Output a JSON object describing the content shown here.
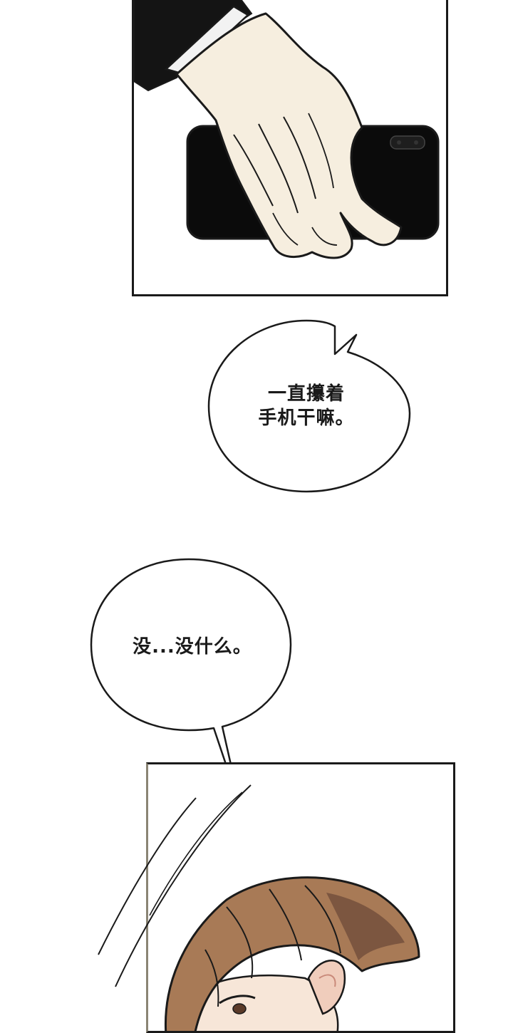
{
  "bubbles": {
    "first": {
      "line1": "一直攥着",
      "line2": "手机干嘛。"
    },
    "second": {
      "line1": "没...没什么。"
    }
  },
  "colors": {
    "ink": "#1a1a1a",
    "skin": "#f6eedf",
    "phone": "#0b0b0b",
    "hair": "#a87a56",
    "hair_shadow": "#6e4b3a",
    "panel_border_alt": "#8a8474"
  }
}
